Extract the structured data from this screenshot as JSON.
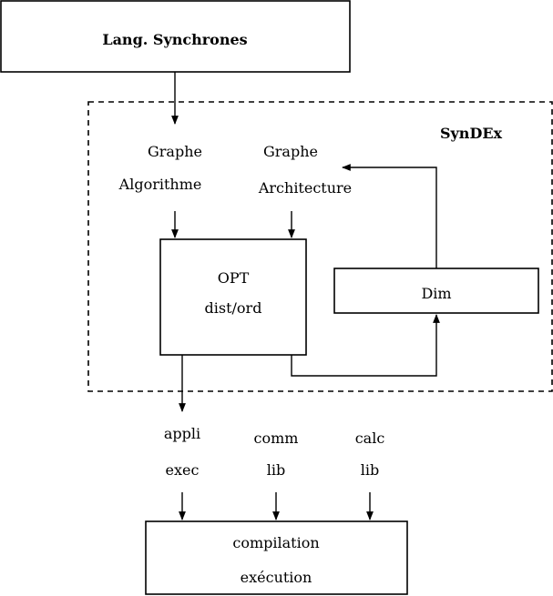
{
  "diagram": {
    "top_box": "Lang. Synchrones",
    "region_title": "SynDEx",
    "graph_algo": {
      "line1": "Graphe",
      "line2": "Algorithme"
    },
    "graph_arch": {
      "line1": "Graphe",
      "line2": "Architecture"
    },
    "opt_box": {
      "line1": "OPT",
      "line2": "dist/ord"
    },
    "dim_box": "Dim",
    "appli": {
      "line1": "appli",
      "line2": "exec"
    },
    "comm": {
      "line1": "comm",
      "line2": "lib"
    },
    "calc": {
      "line1": "calc",
      "line2": "lib"
    },
    "bottom_box": {
      "line1": "compilation",
      "line2": "exécution"
    }
  }
}
